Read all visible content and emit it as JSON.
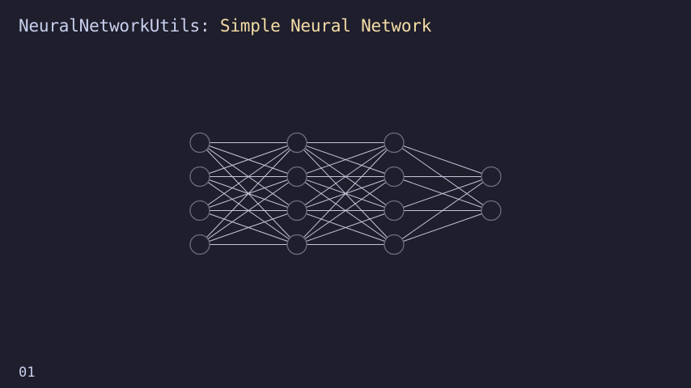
{
  "header": {
    "prefix": "NeuralNetworkUtils:",
    "name": "Simple Neural Network"
  },
  "footer": {
    "slide_number": "01"
  },
  "network": {
    "layers": [
      4,
      4,
      4,
      2
    ],
    "fully_connected": true,
    "colors": {
      "node_stroke": "#6b6d80",
      "edge": "#c4c8dc",
      "background": "#1f1e2c"
    }
  }
}
